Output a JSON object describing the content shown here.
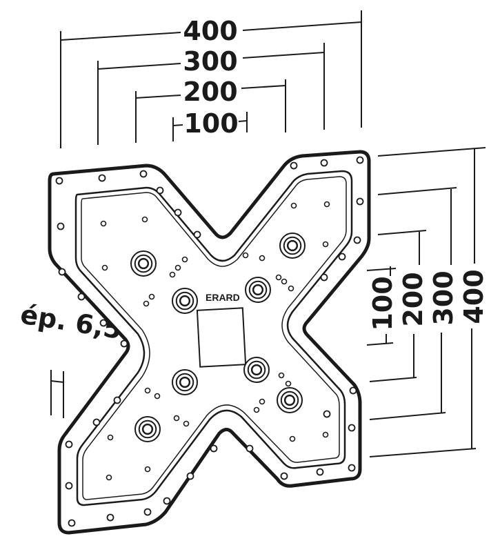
{
  "brand": {
    "logo": "ERARD"
  },
  "top_dimensions": [
    "400",
    "300",
    "200",
    "100"
  ],
  "right_dimensions": [
    "100",
    "200",
    "300",
    "400"
  ],
  "thickness_label": "ép. 6,5",
  "colors": {
    "ink": "#1a1a1a",
    "background": "#ffffff"
  }
}
